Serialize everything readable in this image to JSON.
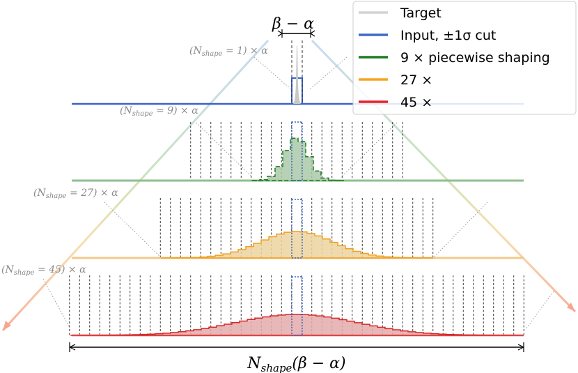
{
  "labels": {
    "beta_minus_alpha": "β − α",
    "nshape1": "(N",
    "nshape1_sub": "shape",
    "nshape1_rest": " = 1) × α",
    "nshape9_rest": " = 9) × α",
    "nshape27_rest": " = 27) × α",
    "nshape45_rest": " = 45) × α",
    "bottom_main": "N",
    "bottom_sub": "shape",
    "bottom_rest": "(β − α)"
  },
  "legend": {
    "items": [
      {
        "label": "Target",
        "color": "#d3d3d3"
      },
      {
        "label": "Input, ±1σ cut",
        "color": "#4169c8"
      },
      {
        "label": "9 ×  piecewise shaping",
        "color": "#1f7a1f"
      },
      {
        "label": "27 ×",
        "color": "#f5a623"
      },
      {
        "label": "45 ×",
        "color": "#e8222a"
      }
    ]
  },
  "colors": {
    "target": "#c8c8c8",
    "input": "#3a63c8",
    "green": "#1f7a1f",
    "green_fill": "#a9c9a9",
    "orange": "#f0a020",
    "orange_fill": "#ecd3a0",
    "red": "#d62728",
    "red_fill": "#e4aaaa",
    "baseline_green": "#8fbf8f",
    "baseline_orange": "#f3c98a",
    "baseline_red": "#f0a0a0"
  },
  "rows": [
    {
      "name": "row-1",
      "n": 1
    },
    {
      "name": "row-9",
      "n": 9
    },
    {
      "name": "row-27",
      "n": 27
    },
    {
      "name": "row-45",
      "n": 45
    }
  ]
}
